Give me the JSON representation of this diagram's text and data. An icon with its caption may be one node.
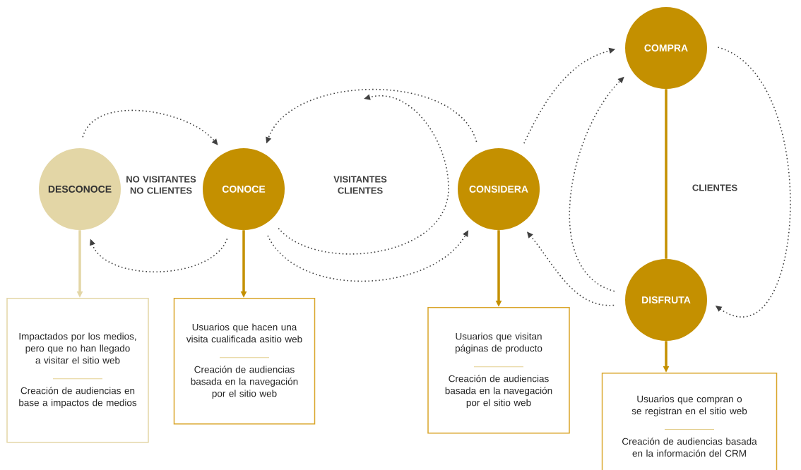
{
  "diagram": {
    "nodes": [
      {
        "text": [
          "DESCONOCE"
        ]
      },
      {
        "text": [
          "CONOCE"
        ]
      },
      {
        "text": [
          "CONSIDERA"
        ]
      },
      {
        "text": [
          "COMPRA"
        ]
      },
      {
        "text": [
          "DISFRUTA"
        ]
      },
      {
        "text": [
          "Impactados por los medios, pero que no han llegado a visitar el sitio web",
          "Creación de audiencias en base a impactos de medios"
        ]
      },
      {
        "text": [
          "Usuarios que hacen una visita cualificada asitio web",
          "Creación de audiencias basada en la navegación por el sitio web"
        ]
      },
      {
        "text": [
          "Usuarios que visitan páginas de producto",
          "Creación de audiencias basada en la navegación por el sitio web"
        ]
      },
      {
        "text": [
          "Usuarios que compran o se registran en el sitio web",
          "Creación de audiencias basada en la información del CRM"
        ]
      }
    ],
    "edges": [
      {
        "from": 0,
        "to": 1,
        "arrow": "to",
        "style": "dashed"
      },
      {
        "from": 1,
        "to": 0,
        "arrow": "to",
        "style": "dashed"
      },
      {
        "from": 2,
        "to": 1,
        "arrow": "to",
        "style": "dashed"
      },
      {
        "from": 1,
        "to": 2,
        "arrow": "to",
        "style": "dashed"
      },
      {
        "from": 1,
        "to": null,
        "arrow": "to",
        "style": "dashed"
      },
      {
        "from": 2,
        "to": 3,
        "arrow": "to",
        "style": "dashed"
      },
      {
        "from": 4,
        "to": 3,
        "arrow": "to",
        "style": "dashed"
      },
      {
        "from": 4,
        "to": 2,
        "arrow": "to",
        "style": "dashed"
      },
      {
        "from": 3,
        "to": 4,
        "arrow": "to",
        "style": "dashed"
      },
      {
        "from": 3,
        "to": 4,
        "arrow": "none",
        "style": "thick",
        "color": "#c49000"
      },
      {
        "from": 0,
        "to": 5,
        "arrow": "to",
        "style": "thick",
        "color": "#e3d6a6"
      },
      {
        "from": 1,
        "to": 6,
        "arrow": "to",
        "style": "thick",
        "color": "#c49000"
      },
      {
        "from": 2,
        "to": 7,
        "arrow": "to",
        "style": "thick",
        "color": "#c49000"
      },
      {
        "from": 4,
        "to": 8,
        "arrow": "to",
        "style": "thick",
        "color": "#c49000"
      }
    ],
    "labels": [
      "NO VISITANTES NO CLIENTES",
      "VISITANTES CLIENTES",
      "CLIENTES"
    ]
  }
}
